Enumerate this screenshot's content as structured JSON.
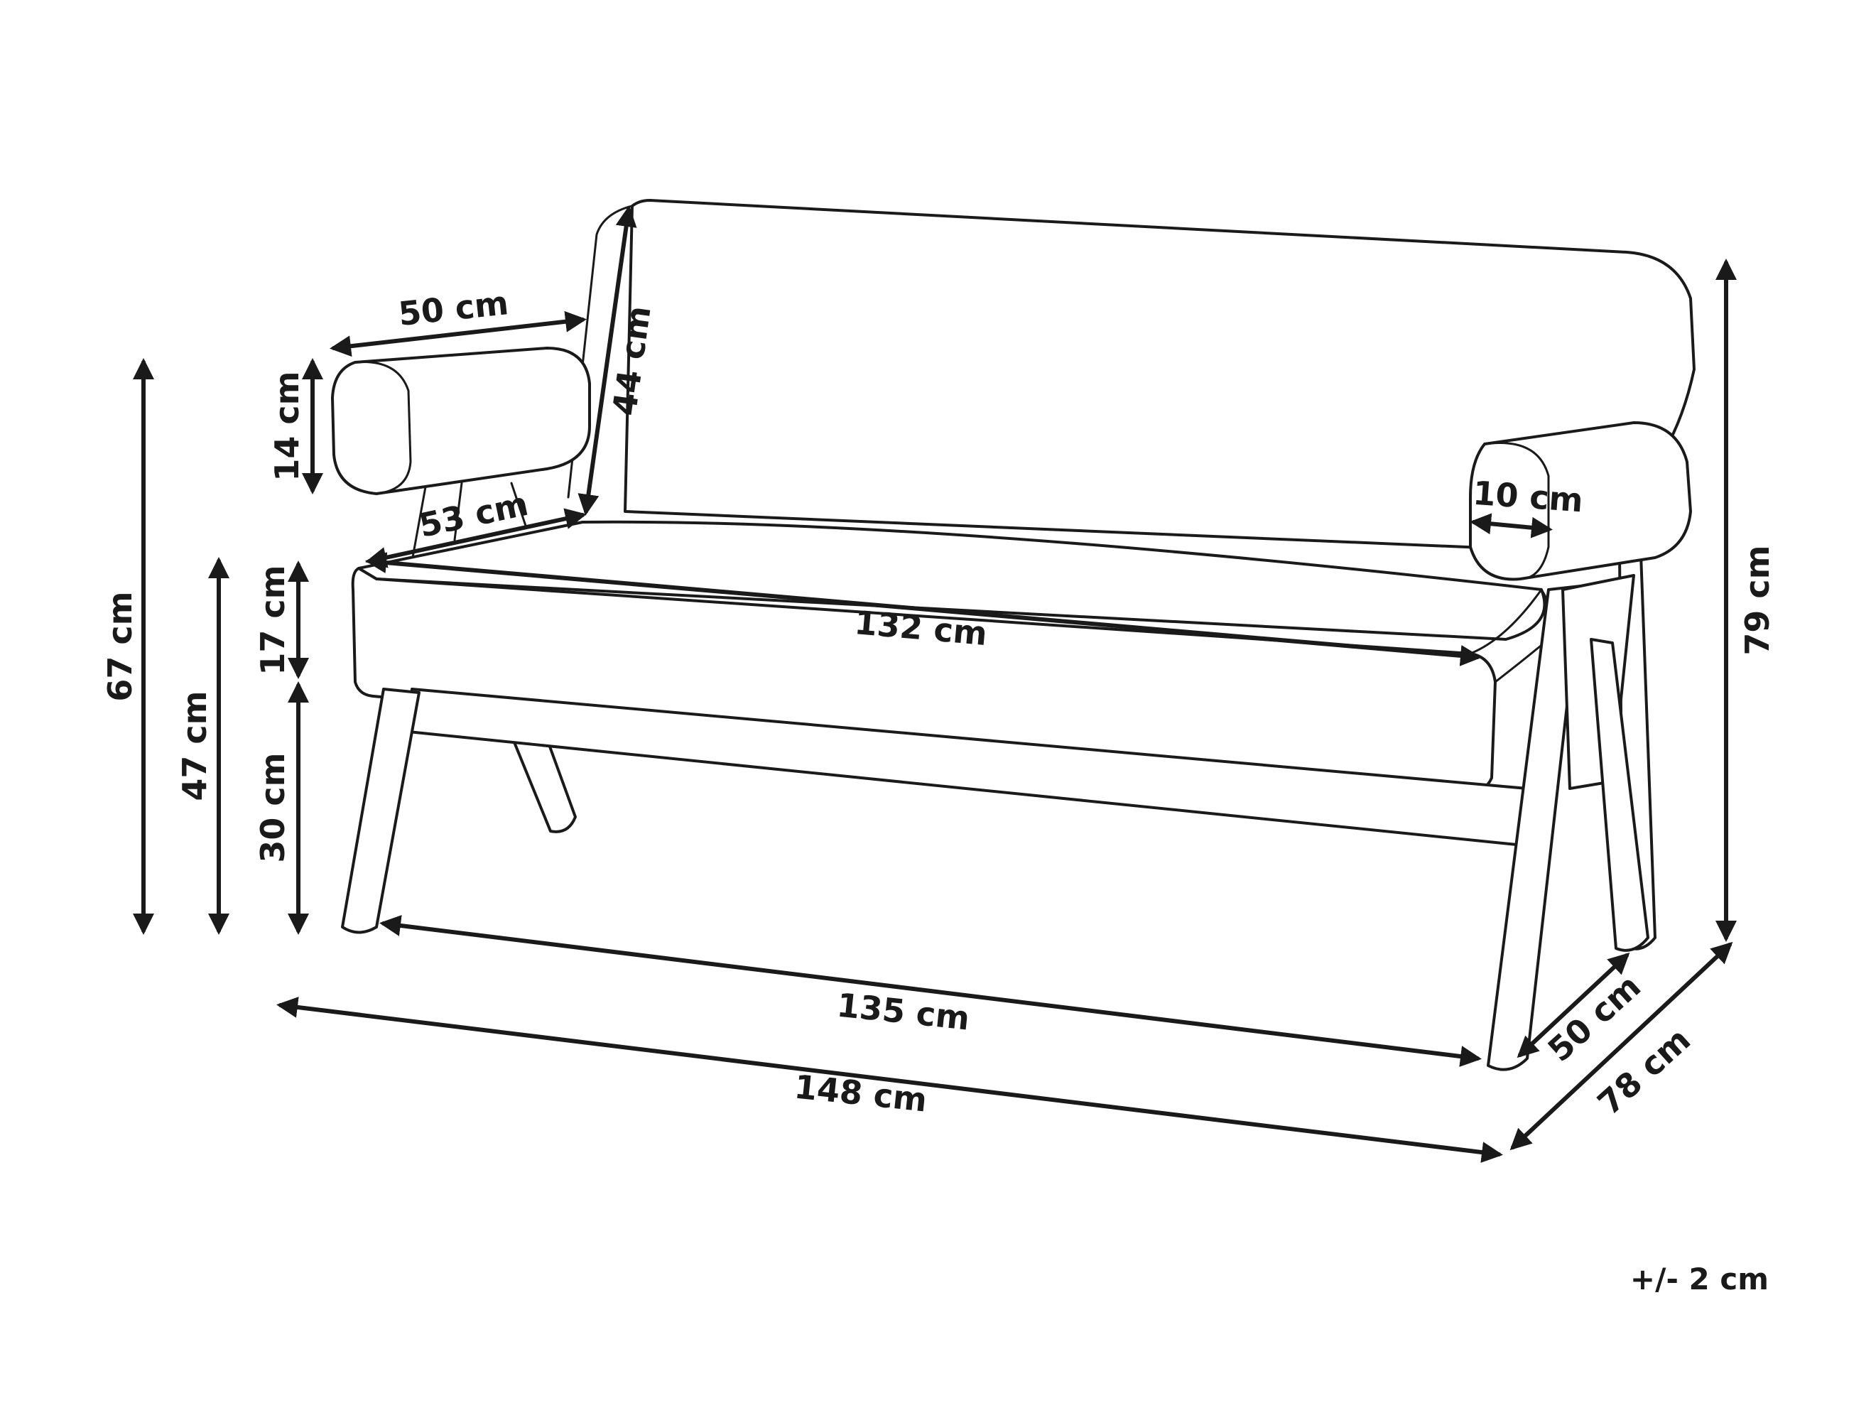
{
  "dimensions": {
    "armrest_length": "50 cm",
    "armrest_height": "14 cm",
    "backrest_height": "44 cm",
    "seat_depth": "53 cm",
    "armrest_width": "10 cm",
    "seat_width": "132 cm",
    "cushion_height": "17 cm",
    "overall_height": "79 cm",
    "armrest_total_height": "67 cm",
    "seat_total_height": "47 cm",
    "leg_height": "30 cm",
    "leg_span": "135 cm",
    "leg_depth": "50 cm",
    "overall_width": "148 cm",
    "overall_depth": "78 cm"
  },
  "tolerance": "+/- 2 cm",
  "colors": {
    "line": "#1a1a1a",
    "background": "#ffffff"
  }
}
